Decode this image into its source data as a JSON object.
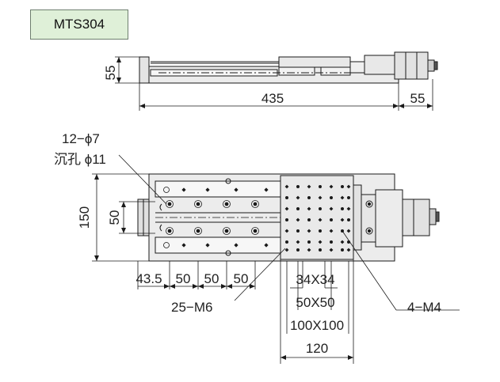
{
  "model": "MTS304",
  "side_view": {
    "height": "55",
    "length": "435",
    "motor_length": "55"
  },
  "top_view": {
    "mount_holes": "12−ϕ7",
    "counterbore": "沉孔 ϕ11",
    "width": "150",
    "carriage_width": "50",
    "offset": "43.5",
    "pitch_1": "50",
    "pitch_2": "50",
    "pitch_3": "50",
    "grid_small": "34X34",
    "grid_mid": "50X50",
    "grid_large": "100X100",
    "table_width": "120",
    "threaded_holes": "25−M6",
    "tapped_holes": "4−M4"
  },
  "colors": {
    "line": "#1a1a1a",
    "body_fill": "#ebebeb",
    "badge_fill": "#dff0d8"
  }
}
